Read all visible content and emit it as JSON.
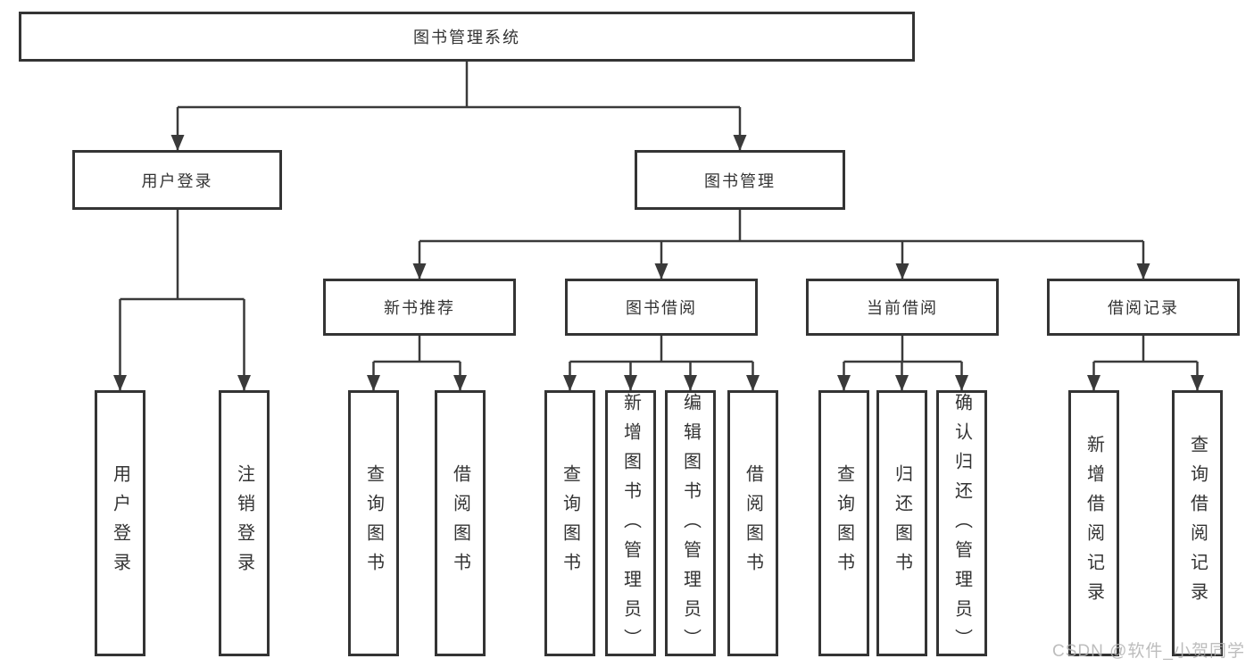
{
  "diagram": {
    "root": {
      "label": "图书管理系统"
    },
    "level2": [
      {
        "label": "用户登录",
        "children": [
          {
            "label": "用户登录"
          },
          {
            "label": "注销登录"
          }
        ]
      },
      {
        "label": "图书管理",
        "groups": [
          {
            "label": "新书推荐",
            "children": [
              {
                "label": "查询图书"
              },
              {
                "label": "借阅图书"
              }
            ]
          },
          {
            "label": "图书借阅",
            "children": [
              {
                "label": "查询图书"
              },
              {
                "label": "新增图书（管理员）"
              },
              {
                "label": "编辑图书（管理员）"
              },
              {
                "label": "借阅图书"
              }
            ]
          },
          {
            "label": "当前借阅",
            "children": [
              {
                "label": "查询图书"
              },
              {
                "label": "归还图书"
              },
              {
                "label": "确认归还（管理员）"
              }
            ]
          },
          {
            "label": "借阅记录",
            "children": [
              {
                "label": "新增借阅记录"
              },
              {
                "label": "查询借阅记录"
              }
            ]
          }
        ]
      }
    ]
  },
  "watermark": {
    "text": "CSDN @软件_小贺同学"
  },
  "colors": {
    "line": "#3a3a3a",
    "border": "#343434",
    "text": "#333333",
    "watermark": "#b2b2b2",
    "background": "#ffffff"
  }
}
